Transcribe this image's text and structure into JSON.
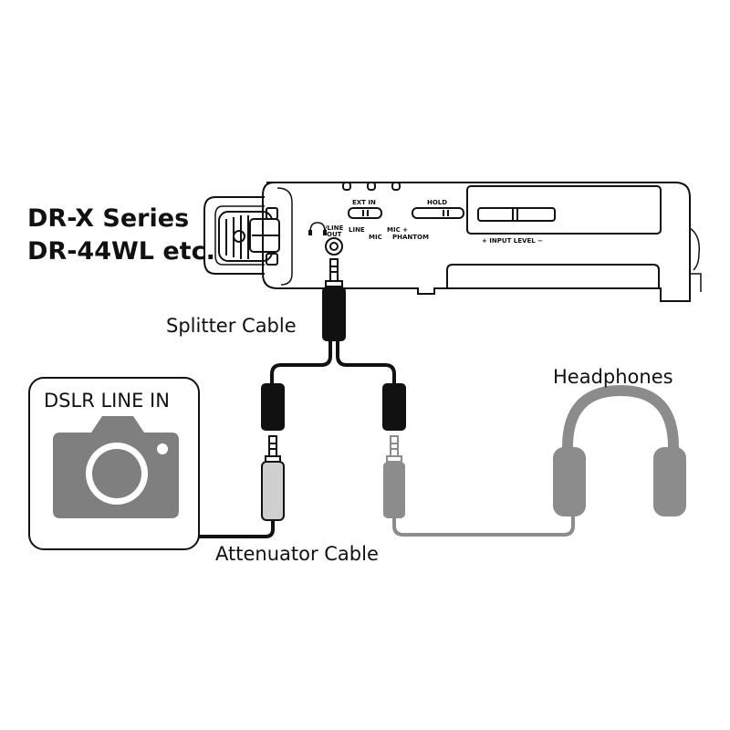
{
  "title_lines": [
    "DR-X Series",
    "DR-44WL etc."
  ],
  "recorder": {
    "panel": {
      "ext_in": "EXT IN",
      "hold": "HOLD",
      "line": "LINE",
      "mic": "MIC",
      "mic_plus": "MIC +",
      "phantom": "PHANTOM",
      "line_out_top": "/LINE",
      "line_out_bottom": "OUT",
      "input_level": "+  INPUT LEVEL  −"
    }
  },
  "labels": {
    "splitter_cable": "Splitter Cable",
    "attenuator_cable": "Attenuator Cable",
    "headphones": "Headphones",
    "dslr": "DSLR LINE IN"
  },
  "icons": [
    "camera-icon",
    "headphones-icon",
    "headphone-jack-icon"
  ],
  "colors": {
    "outline": "#111111",
    "gray": "#8c8c8c",
    "light_gray": "#cfcfcf",
    "camera": "#7f7f7f"
  }
}
